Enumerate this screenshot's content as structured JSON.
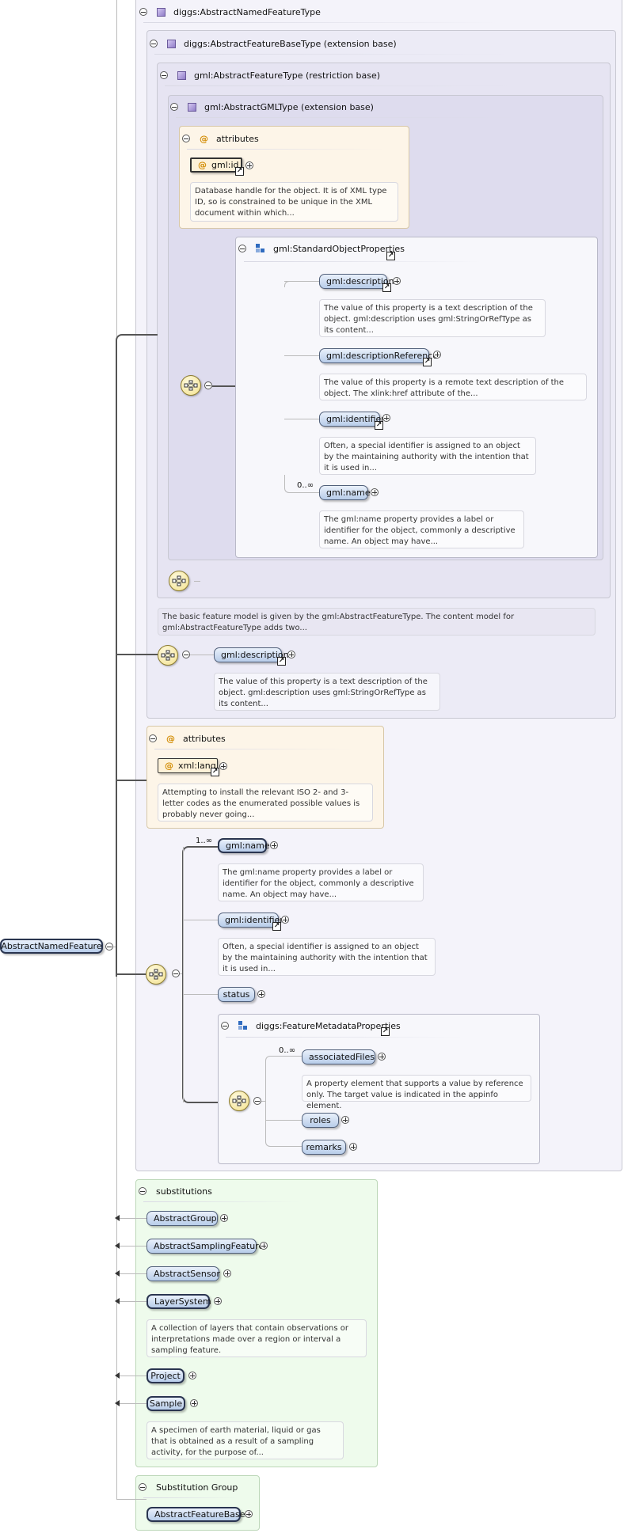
{
  "root": {
    "label": "AbstractNamedFeature"
  },
  "panels": {
    "named_type": "diggs:AbstractNamedFeatureType",
    "feature_base": "diggs:AbstractFeatureBaseType (extension base)",
    "gml_feature": "gml:AbstractFeatureType (restriction base)",
    "gml_type": "gml:AbstractGMLType (extension base)",
    "attributes": "attributes",
    "standard_props": "gml:StandardObjectProperties",
    "attributes2": "attributes",
    "metadata_props": "diggs:FeatureMetadataProperties",
    "substitutions": "substitutions",
    "substitution_group": "Substitution Group"
  },
  "gml_id": {
    "label": "gml:id",
    "desc": "Database handle for the object. It is of XML type ID, so is constrained to be unique in the XML document within which..."
  },
  "std": {
    "description": {
      "label": "gml:description",
      "desc": "The value of this property is a text description of the object. gml:description uses gml:StringOrRefType as its content..."
    },
    "descriptionReference": {
      "label": "gml:descriptionReference",
      "desc": "The value of this property is a remote text description of the object. The xlink:href attribute of the..."
    },
    "identifier": {
      "label": "gml:identifier",
      "desc": "Often, a special identifier is assigned to an object by the maintaining authority with the intention that it is used in..."
    },
    "name": {
      "label": "gml:name",
      "occurs": "0..∞",
      "desc": "The gml:name property provides a label or identifier for the object, commonly a descriptive name. An object may have..."
    }
  },
  "feature_desc": "The basic feature model is given by the gml:AbstractFeatureType. The content model for gml:AbstractFeatureType adds two...",
  "base_description": {
    "label": "gml:description",
    "desc": "The value of this property is a text description of the object. gml:description uses gml:StringOrRefType as its content..."
  },
  "xml_lang": {
    "label": "xml:lang",
    "desc": "Attempting to install the relevant ISO 2- and 3-letter codes as the enumerated possible values is probably never going..."
  },
  "named": {
    "name": {
      "label": "gml:name",
      "occurs": "1..∞",
      "desc": "The gml:name property provides a label or identifier for the object, commonly a descriptive name. An object may have..."
    },
    "identifier": {
      "label": "gml:identifier",
      "desc": "Often, a special identifier is assigned to an object by the maintaining authority with the intention that it is used in..."
    },
    "status": {
      "label": "status"
    }
  },
  "metadata": {
    "associatedFiles": {
      "label": "associatedFiles",
      "occurs": "0..∞",
      "desc": "A property element that supports a value by reference only. The target value is indicated in the appinfo element."
    },
    "roles": {
      "label": "roles"
    },
    "remarks": {
      "label": "remarks"
    }
  },
  "subs": {
    "AbstractGroup": "AbstractGroup",
    "AbstractSamplingFeature": "AbstractSamplingFeature",
    "AbstractSensor": "AbstractSensor",
    "LayerSystem": "LayerSystem",
    "LayerSystem_desc": "A collection of layers that contain observations or interpretations made over a region or interval a sampling feature.",
    "Project": "Project",
    "Sample": "Sample",
    "Sample_desc": "A specimen of earth material, liquid or gas that is obtained as a result of a sampling activity, for the purpose of..."
  },
  "subgroup": {
    "label": "AbstractFeatureBase"
  },
  "icons": {
    "link": "↗"
  }
}
